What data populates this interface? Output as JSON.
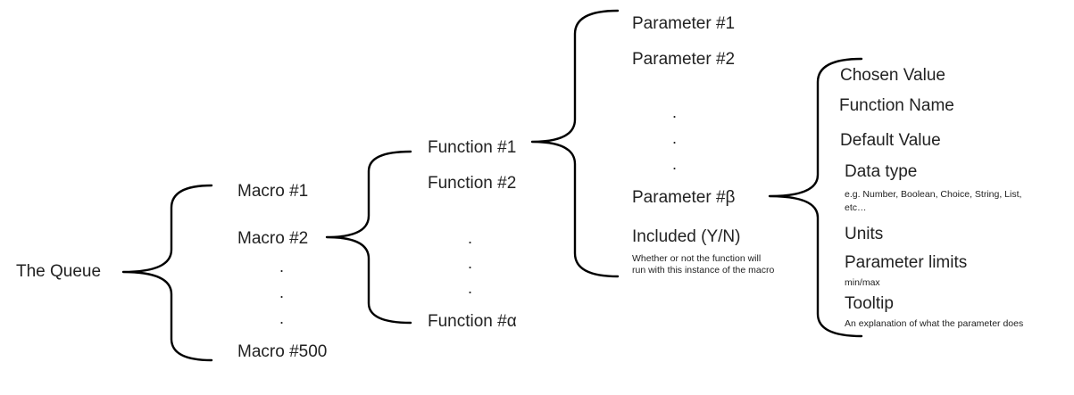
{
  "root": {
    "label": "The Queue"
  },
  "macros": {
    "items": [
      "Macro #1",
      "Macro #2",
      "Macro #500"
    ],
    "ellipsis": [
      ".",
      ".",
      "."
    ]
  },
  "functions": {
    "items": [
      "Function #1",
      "Function #2",
      "Function #α"
    ],
    "ellipsis": [
      ".",
      ".",
      "."
    ]
  },
  "parameters": {
    "items": [
      "Parameter #1",
      "Parameter #2",
      "Parameter #β"
    ],
    "ellipsis": [
      ".",
      ".",
      "."
    ],
    "included": {
      "label": "Included (Y/N)",
      "note": "Whether or not the function will run with this instance of the macro"
    }
  },
  "attributes": {
    "chosen_value": "Chosen Value",
    "function_name": "Function Name",
    "default_value": "Default Value",
    "data_type": {
      "label": "Data type",
      "note": "e.g. Number, Boolean, Choice, String, List, etc…"
    },
    "units": "Units",
    "parameter_limits": {
      "label": "Parameter limits",
      "note": "min/max"
    },
    "tooltip": {
      "label": "Tooltip",
      "note": "An explanation of what the parameter does"
    }
  },
  "colors": {
    "line": "#000000",
    "text": "#222222",
    "background": "#ffffff"
  }
}
